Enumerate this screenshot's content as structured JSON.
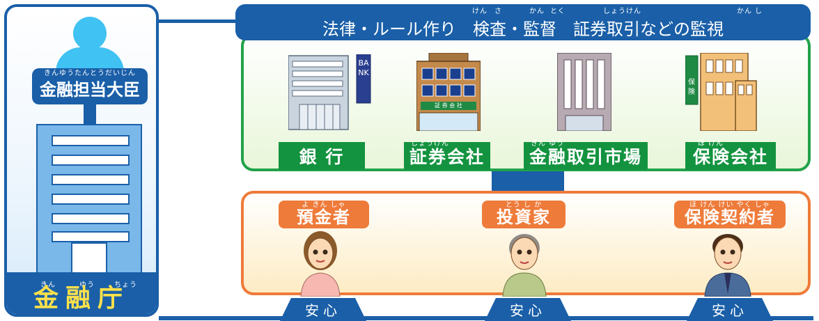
{
  "fsa": {
    "name": "金融庁",
    "name_ruby": [
      "きん",
      "ゆう",
      "ちょう"
    ],
    "minister_label": "金融担当大臣",
    "minister_ruby": "きんゆうたんとうだいじん"
  },
  "banner": {
    "text": "法律・ルール作り　検査・監督　証券取引などの監視",
    "ruby": [
      "けん",
      "さ",
      "かん",
      "とく",
      "しょうけん",
      "かん",
      "し"
    ]
  },
  "institutions": [
    {
      "label": "銀 行",
      "ruby": ""
    },
    {
      "label": "証券会社",
      "ruby": "しょうけん"
    },
    {
      "label": "金融取引市場",
      "ruby": "きん ゆう"
    },
    {
      "label": "保険会社",
      "ruby": "ほ けん"
    }
  ],
  "building_signs": {
    "bank": "BANK",
    "securities": "証 券 会 社",
    "insurance": "保険"
  },
  "people": [
    {
      "label": "預金者",
      "ruby": "よ きん しゃ"
    },
    {
      "label": "投資家",
      "ruby": "とう し か"
    },
    {
      "label": "保険契約者",
      "ruby": "ほ けん けい やく しゃ"
    }
  ],
  "anshin": "安心",
  "colors": {
    "fsa_blue": "#1a5fa8",
    "institution_green": "#13933f",
    "people_orange": "#ee7b3a",
    "fsa_name_yellow": "#ffe14a"
  }
}
